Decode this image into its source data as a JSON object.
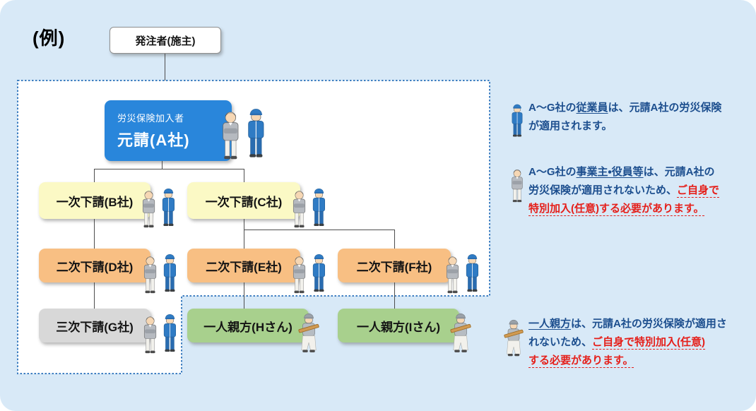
{
  "page": {
    "example_label": "(例)",
    "card_bg": "#d8e9f7",
    "insured_area_border_color": "#3f7fc1",
    "insured_area_fill": "#ffffff"
  },
  "orderer_box": {
    "label": "発注者(施主)"
  },
  "org_chart": {
    "nodes": {
      "a": {
        "tag": "労災保険加入者",
        "label": "元請(A社)",
        "color": "#2986db",
        "persons": [
          "business-owner-icon",
          "blue-worker-icon"
        ]
      },
      "b": {
        "label": "一次下請(B社)",
        "color": "#fbf9c5",
        "persons": [
          "business-owner-icon",
          "blue-worker-icon"
        ]
      },
      "c": {
        "label": "一次下請(C社)",
        "color": "#fbf9c5",
        "persons": [
          "business-owner-icon",
          "blue-worker-icon"
        ]
      },
      "d": {
        "label": "二次下請(D社)",
        "color": "#f8bf83",
        "persons": [
          "business-owner-icon",
          "blue-worker-icon"
        ]
      },
      "e": {
        "label": "二次下請(E社)",
        "color": "#f8bf83",
        "persons": [
          "business-owner-icon",
          "blue-worker-icon"
        ]
      },
      "f": {
        "label": "二次下請(F社)",
        "color": "#f8bf83",
        "persons": [
          "business-owner-icon",
          "blue-worker-icon"
        ]
      },
      "g": {
        "label": "三次下請(G社)",
        "color": "#d8d8d8",
        "persons": [
          "business-owner-icon",
          "blue-worker-icon"
        ]
      },
      "h": {
        "label": "一人親方(Hさん)",
        "color": "#a8d08d",
        "persons": [
          "craftsman-icon"
        ]
      },
      "i": {
        "label": "一人親方(Iさん)",
        "color": "#a8d08d",
        "persons": [
          "craftsman-icon"
        ]
      }
    }
  },
  "notes": [
    {
      "icon": "blue-worker-icon",
      "segments": [
        {
          "t": "A〜G社の"
        },
        {
          "t": "従業員",
          "s": "u"
        },
        {
          "t": "は、元請A社の労災保険"
        },
        {
          "br": true
        },
        {
          "t": "が適用されます。"
        }
      ]
    },
    {
      "icon": "business-owner-icon",
      "segments": [
        {
          "t": "A〜G社の"
        },
        {
          "t": "事業主・役員等",
          "s": "u"
        },
        {
          "t": "は、元請A社の"
        },
        {
          "br": true
        },
        {
          "t": "労災保険が適用されないため、"
        },
        {
          "t": "ご自身で",
          "s": "r"
        },
        {
          "br": true
        },
        {
          "t": "特別加入(任意)する必要があります。",
          "s": "r"
        }
      ]
    },
    {
      "icon": "craftsman-icon",
      "segments": [
        {
          "t": "一人親方",
          "s": "u"
        },
        {
          "t": "は、元請A社の労災保険が適用さ"
        },
        {
          "br": true
        },
        {
          "t": "れないため、"
        },
        {
          "t": "ご自身で特別加入(任意)",
          "s": "r"
        },
        {
          "br": true
        },
        {
          "t": "する必要があります。",
          "s": "r"
        }
      ]
    }
  ],
  "colors": {
    "text_blue": "#1c4e8e",
    "text_red": "#e51f1a",
    "connector": "#4d4d4d"
  }
}
